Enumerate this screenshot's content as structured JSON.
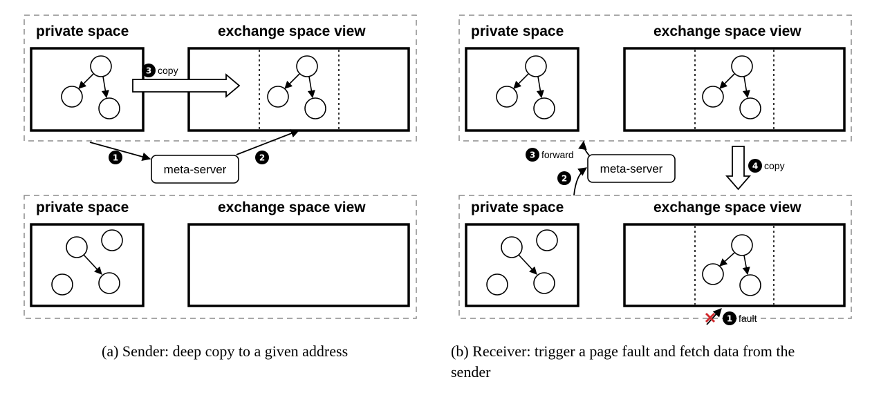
{
  "panel_a": {
    "top": {
      "private_label": "private space",
      "exchange_label": "exchange space view"
    },
    "bottom": {
      "private_label": "private space",
      "exchange_label": "exchange space view"
    },
    "meta_server": "meta-server",
    "steps": [
      {
        "num": "1",
        "label": ""
      },
      {
        "num": "2",
        "label": ""
      },
      {
        "num": "3",
        "label": "copy"
      }
    ],
    "caption": "(a) Sender: deep copy to a given address"
  },
  "panel_b": {
    "top": {
      "private_label": "private space",
      "exchange_label": "exchange space view"
    },
    "bottom": {
      "private_label": "private space",
      "exchange_label": "exchange space view"
    },
    "meta_server": "meta-server",
    "steps": [
      {
        "num": "1",
        "label": "fault"
      },
      {
        "num": "2",
        "label": ""
      },
      {
        "num": "3",
        "label": "forward"
      },
      {
        "num": "4",
        "label": "copy"
      }
    ],
    "caption_line1": "(b) Receiver: trigger a page fault and fetch data from the",
    "caption_line2": "sender"
  },
  "colors": {
    "line": "#000000",
    "dashed_border": "#8c8c8c",
    "fault_mark": "#d0282c"
  }
}
